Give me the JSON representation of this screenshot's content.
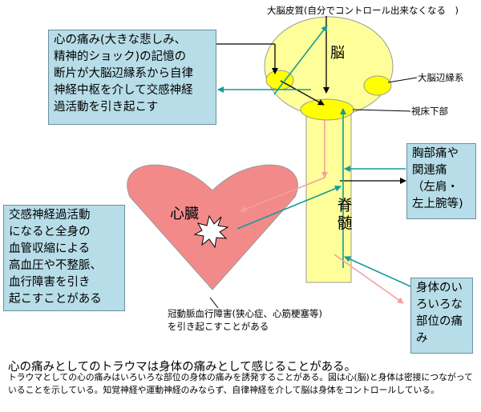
{
  "labels": {
    "cortex": "大脳皮質(自分でコントロール出来なくなる　)",
    "brain": "脳",
    "limbic": "大脳辺縁系",
    "hypothalamus": "視床下部",
    "heart": "心臓",
    "spine_1": "脊",
    "spine_2": "髄",
    "coronary": [
      "冠動脈血行障害(狭心症、心筋梗塞等)",
      "を引き起こすことがある"
    ]
  },
  "boxes": {
    "memory": [
      "心の痛み(大きな悲しみ、",
      "精神的ショック)の記憶の",
      "断片が大脳辺縁系から自律",
      "神経中枢を介して交感神経",
      "過活動を引き起こす"
    ],
    "chest": [
      "胸部痛や",
      "関連痛",
      "（左肩・",
      "左上腕等)"
    ],
    "sympathetic": [
      "交感神経過活動",
      "になると全身の",
      "血管収縮による",
      "高血圧や不整脈、",
      "血行障害を引き",
      "起こすことがある"
    ],
    "body_pain": [
      "身体のい",
      "ろいろな",
      "部位の痛",
      "み"
    ]
  },
  "caption": {
    "title": "心の痛みとしてのトラウマは身体の痛みとして感じることがある。",
    "body": "トラウマとしての心の痛みはいろいろな部位の身体の痛みを誘発することがある。図は心(脳)と身体は密接につながっていることを示している。知覚神経や運動神経のみならず、自律神経を介して脳は身体をコントロールしている。"
  },
  "colors": {
    "brain": "#ffff99",
    "limbic": "#ffff00",
    "heart": "#f28a8a",
    "box": "#b7dde8",
    "arrow_teal": "#159a9a",
    "arrow_pink": "#f4a0a0"
  }
}
